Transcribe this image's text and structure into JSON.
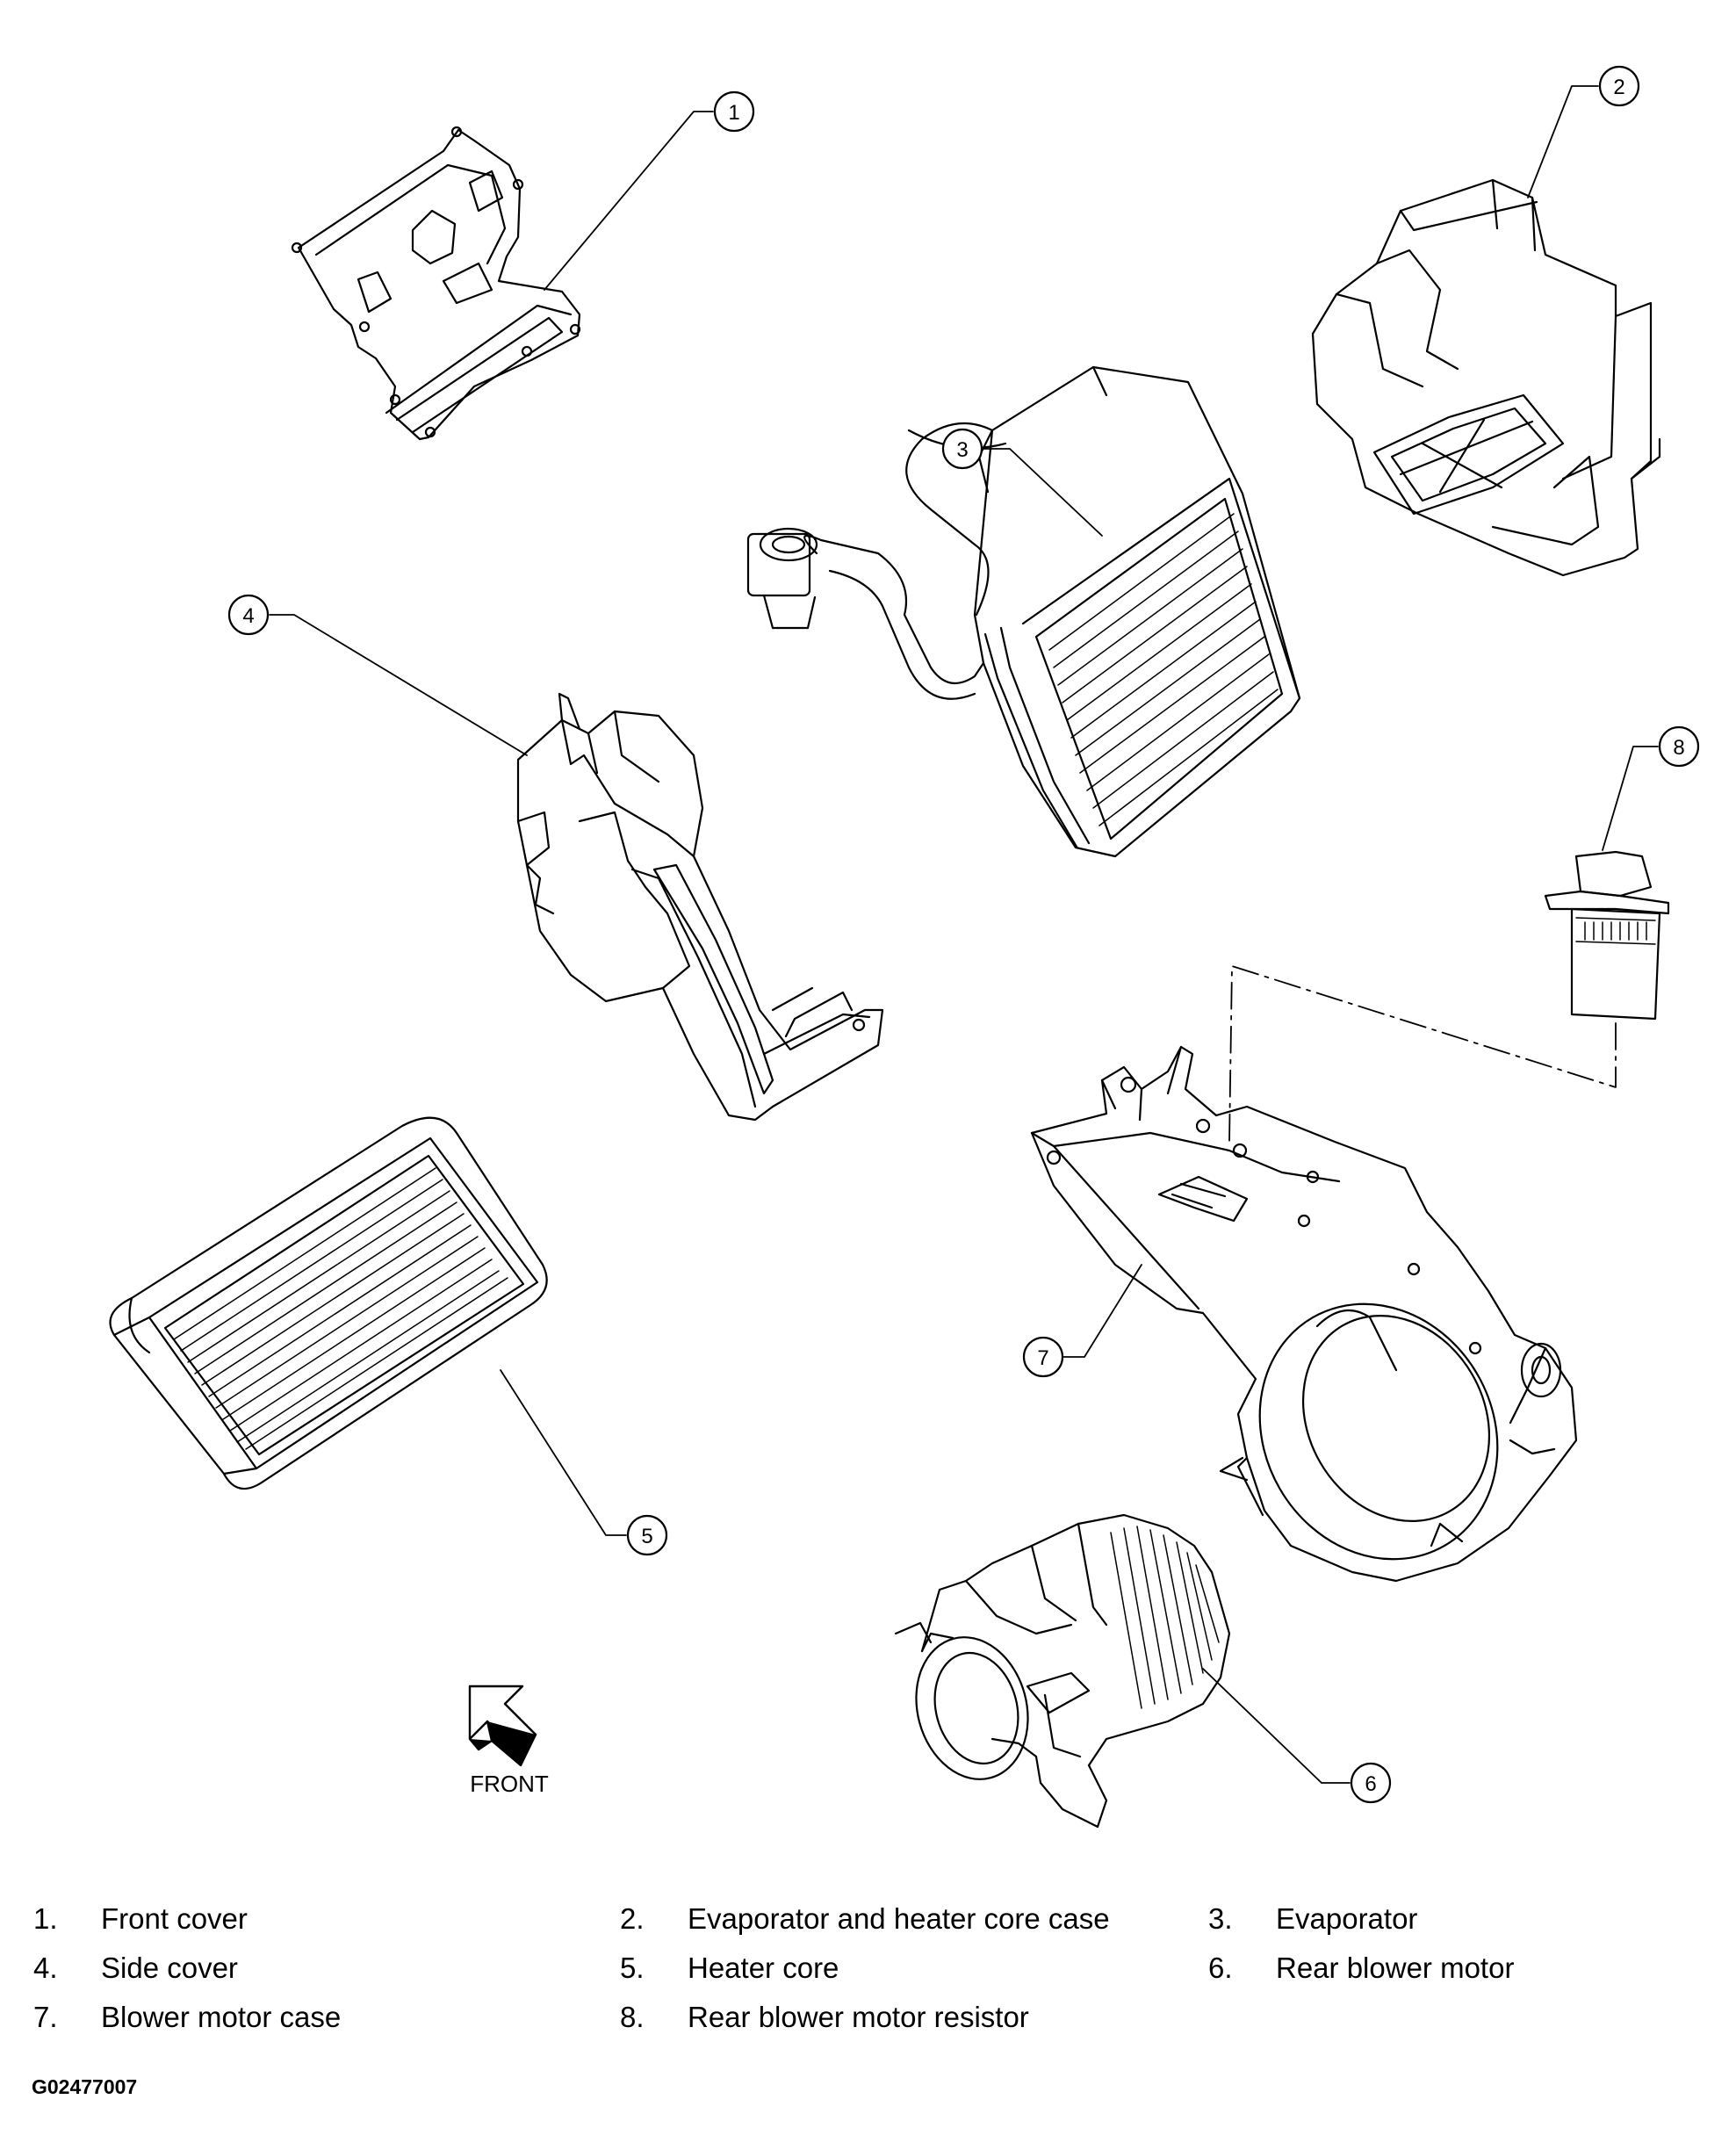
{
  "callouts": [
    "1",
    "2",
    "3",
    "4",
    "5",
    "6",
    "7",
    "8"
  ],
  "front_label": "FRONT",
  "legend": [
    {
      "num": "1.",
      "text": "Front cover"
    },
    {
      "num": "2.",
      "text": "Evaporator and heater core case"
    },
    {
      "num": "3.",
      "text": "Evaporator"
    },
    {
      "num": "4.",
      "text": "Side cover"
    },
    {
      "num": "5.",
      "text": "Heater core"
    },
    {
      "num": "6.",
      "text": "Rear blower motor"
    },
    {
      "num": "7.",
      "text": "Blower motor case"
    },
    {
      "num": "8.",
      "text": "Rear blower motor resistor"
    }
  ],
  "figure_id": "G02477007",
  "colors": {
    "line": "#000000",
    "background": "#ffffff"
  }
}
